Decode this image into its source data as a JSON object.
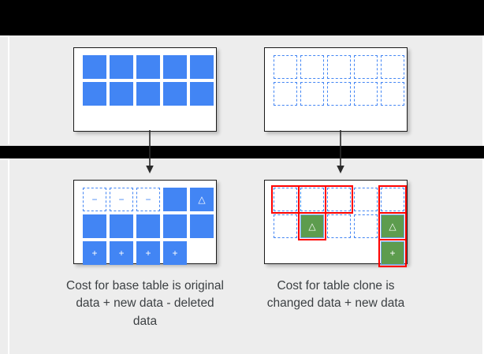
{
  "diagram": {
    "title": "BigQuery base table vs table clone storage cost",
    "colors": {
      "background": "#ffffff",
      "band": "#ededed",
      "bar": "#000000",
      "blue": "#4285f4",
      "green": "#5d9c4e",
      "red": "#ff0000",
      "text": "#3c4043",
      "box_border": "#1a1a1a"
    },
    "top_section": {
      "base_table": {
        "name": "base-table-original",
        "rows": [
          [
            "solid",
            "solid",
            "solid",
            "solid",
            "solid"
          ],
          [
            "solid",
            "solid",
            "solid",
            "solid",
            "solid"
          ]
        ],
        "glyphs": [
          [
            "",
            "",
            "",
            "",
            ""
          ],
          [
            "",
            "",
            "",
            "",
            ""
          ]
        ]
      },
      "clone_table": {
        "name": "table-clone-original",
        "rows": [
          [
            "dashed",
            "dashed",
            "dashed",
            "dashed",
            "dashed"
          ],
          [
            "dashed",
            "dashed",
            "dashed",
            "dashed",
            "dashed"
          ]
        ],
        "glyphs": [
          [
            "",
            "",
            "",
            "",
            ""
          ],
          [
            "",
            "",
            "",
            "",
            ""
          ]
        ]
      }
    },
    "bottom_section": {
      "base_table": {
        "name": "base-table-after",
        "rows": [
          [
            "dashed",
            "dashed",
            "dashed",
            "solid",
            "solid"
          ],
          [
            "solid",
            "solid",
            "solid",
            "solid",
            "solid"
          ],
          [
            "solid",
            "solid",
            "solid",
            "solid",
            "empty"
          ]
        ],
        "glyphs": [
          [
            "−",
            "−",
            "−",
            "",
            "△"
          ],
          [
            "",
            "",
            "",
            "",
            ""
          ],
          [
            "+",
            "+",
            "+",
            "+",
            ""
          ]
        ],
        "glyph_colors": [
          [
            "blue",
            "blue",
            "blue",
            "",
            "white"
          ],
          [
            "",
            "",
            "",
            "",
            ""
          ],
          [
            "white",
            "white",
            "white",
            "white",
            ""
          ]
        ],
        "red_marks": [
          [
            false,
            false,
            false,
            false,
            false
          ],
          [
            false,
            false,
            false,
            false,
            false
          ],
          [
            false,
            false,
            false,
            false,
            false
          ]
        ]
      },
      "clone_table": {
        "name": "table-clone-after",
        "rows": [
          [
            "dashed",
            "dashed",
            "dashed",
            "dashed",
            "dashed"
          ],
          [
            "dashed",
            "green",
            "dashed",
            "dashed",
            "green"
          ],
          [
            "empty",
            "empty",
            "empty",
            "empty",
            "green"
          ]
        ],
        "glyphs": [
          [
            "",
            "",
            "",
            "",
            ""
          ],
          [
            "",
            "△",
            "",
            "",
            "△"
          ],
          [
            "",
            "",
            "",
            "",
            "+"
          ]
        ],
        "glyph_colors": [
          [
            "",
            "",
            "",
            "",
            ""
          ],
          [
            "",
            "white",
            "",
            "",
            "white"
          ],
          [
            "",
            "",
            "",
            "",
            "white"
          ]
        ],
        "red_marks": [
          [
            true,
            true,
            true,
            false,
            true
          ],
          [
            false,
            true,
            false,
            false,
            true
          ],
          [
            false,
            false,
            false,
            false,
            true
          ]
        ]
      }
    },
    "captions": {
      "base": "Cost for base table is original data + new data - deleted data",
      "clone": "Cost for table clone is changed data + new data"
    },
    "arrows": [
      {
        "name": "arrow-base-table",
        "from": "base-table-original",
        "to": "base-table-after"
      },
      {
        "name": "arrow-clone-table",
        "from": "table-clone-original",
        "to": "table-clone-after"
      }
    ]
  }
}
